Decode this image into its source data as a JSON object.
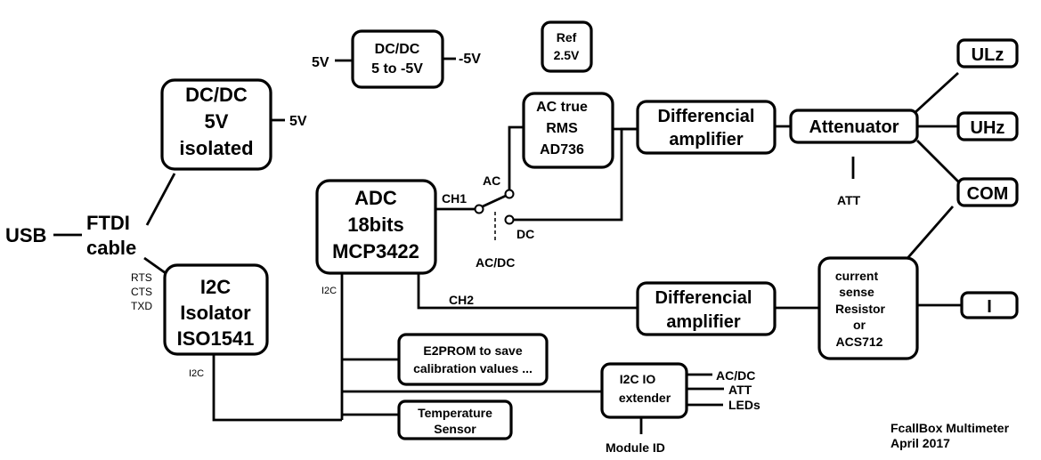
{
  "blocks": {
    "dcdc_5v": [
      "DC/DC",
      "5V",
      "isolated"
    ],
    "dcdc_neg": [
      "DC/DC",
      "5 to -5V"
    ],
    "ref": [
      "Ref",
      "2.5V"
    ],
    "ac_rms": [
      "AC true",
      "RMS",
      "AD736"
    ],
    "diff_amp_1": [
      "Differencial",
      "amplifier"
    ],
    "attenuator": [
      "Attenuator"
    ],
    "adc": [
      "ADC",
      "18bits",
      "MCP3422"
    ],
    "i2c_isolator": [
      "I2C",
      "Isolator",
      "ISO1541"
    ],
    "e2prom": [
      "E2PROM to save",
      "calibration values ..."
    ],
    "temp_sensor": [
      "Temperature",
      "Sensor"
    ],
    "io_extender": [
      "I2C IO",
      "extender"
    ],
    "diff_amp_2": [
      "Differencial",
      "amplifier"
    ],
    "current_sense": [
      "current",
      "sense",
      "Resistor",
      "or",
      "ACS712"
    ]
  },
  "terminals": {
    "ulz": "ULz",
    "uhz": "UHz",
    "com": "COM",
    "i": "I"
  },
  "labels": {
    "usb": "USB",
    "ftdi": [
      "FTDI",
      "cable"
    ],
    "out_5v": "5V",
    "in_5v": "5V",
    "out_neg5v": "-5V",
    "ch1": "CH1",
    "ch2": "CH2",
    "ac": "AC",
    "dc": "DC",
    "acdc": "AC/DC",
    "att": "ATT",
    "uart": [
      "RTS",
      "CTS",
      "TXD"
    ],
    "i2c_adc": "I2C",
    "i2c_iso": "I2C",
    "ext_outputs": [
      "AC/DC",
      "ATT",
      "LEDs"
    ],
    "module_id": "Module ID",
    "footer": [
      "FcallBox Multimeter",
      "April 2017"
    ]
  }
}
